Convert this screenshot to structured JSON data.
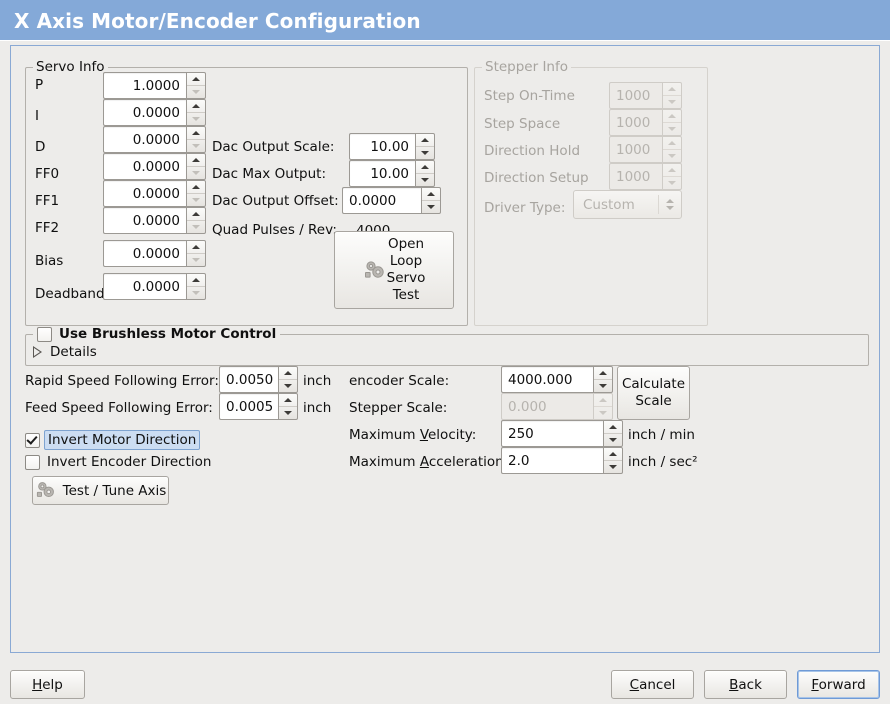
{
  "window": {
    "title": "X Axis Motor/Encoder Configuration",
    "accent_color": "#84a9d8",
    "background_color": "#edecea",
    "page_border_color": "#8aa9d4"
  },
  "servo_info": {
    "legend": "Servo Info",
    "rows": [
      {
        "label": "P",
        "value": "1.0000",
        "down_disabled": true
      },
      {
        "label": "I",
        "value": "0.0000",
        "down_disabled": true
      },
      {
        "label": "D",
        "value": "0.0000",
        "down_disabled": true
      },
      {
        "label": "FF0",
        "value": "0.0000",
        "down_disabled": true
      },
      {
        "label": "FF1",
        "value": "0.0000",
        "down_disabled": true
      },
      {
        "label": "FF2",
        "value": "0.0000",
        "down_disabled": true
      },
      {
        "label": "Bias",
        "value": "0.0000",
        "down_disabled": false
      },
      {
        "label": "Deadband",
        "value": "0.0000",
        "down_disabled": true
      }
    ],
    "dac": [
      {
        "label": "Dac Output Scale:",
        "value": "10.00"
      },
      {
        "label": "Dac Max Output:",
        "value": "10.00"
      },
      {
        "label": "Dac Output Offset:",
        "value": "0.0000"
      }
    ],
    "quad_pulses_label": "Quad Pulses / Rev:",
    "quad_pulses_value": "4000",
    "open_loop_button": {
      "line1": "Open",
      "line2": "Loop",
      "line3": "Servo",
      "line4": "Test",
      "icon": "gears-icon"
    }
  },
  "stepper_info": {
    "legend": "Stepper Info",
    "disabled": true,
    "rows": [
      {
        "label": "Step On-Time",
        "value": "1000"
      },
      {
        "label": "Step Space",
        "value": "1000"
      },
      {
        "label": "Direction Hold",
        "value": "1000"
      },
      {
        "label": "Direction Setup",
        "value": "1000"
      }
    ],
    "driver_type_label": "Driver Type:",
    "driver_type_value": "Custom"
  },
  "brushless": {
    "checkbox_label": "Use Brushless Motor Control",
    "checked": false,
    "details_label": "Details",
    "details_expanded": false
  },
  "tuning": {
    "rapid_following_error": {
      "label": "Rapid Speed Following Error:",
      "value": "0.0050",
      "unit": "inch"
    },
    "feed_following_error": {
      "label": "Feed Speed Following Error:",
      "value": "0.0005",
      "unit": "inch"
    },
    "invert_motor": {
      "label": "Invert Motor Direction",
      "checked": true,
      "focused": true
    },
    "invert_encoder": {
      "label": "Invert Encoder Direction",
      "checked": false,
      "focused": false
    },
    "test_tune_button": {
      "label": "Test / Tune Axis",
      "icon": "gears-icon"
    }
  },
  "scales": {
    "encoder_scale": {
      "label": "encoder Scale:",
      "value": "4000.000",
      "disabled": false
    },
    "stepper_scale": {
      "label": "Stepper Scale:",
      "value": "0.000",
      "disabled": true
    },
    "calculate_button": {
      "line1": "Calculate",
      "line2": "Scale"
    },
    "maximum_velocity": {
      "label_pre": "Maximum ",
      "label_mnemonic": "V",
      "label_post": "elocity:",
      "value": "250",
      "unit": "inch / min"
    },
    "maximum_acceleration": {
      "label_pre": "Maximum ",
      "label_mnemonic": "A",
      "label_post": "cceleration:",
      "value": "2.0",
      "unit": "inch / sec²"
    }
  },
  "action_bar": {
    "help": {
      "pre": "",
      "mnemonic": "H",
      "post": "elp"
    },
    "cancel": {
      "pre": "",
      "mnemonic": "C",
      "post": "ancel"
    },
    "back": {
      "pre": "",
      "mnemonic": "B",
      "post": "ack"
    },
    "forward": {
      "pre": "",
      "mnemonic": "F",
      "post": "orward",
      "focused": true
    }
  }
}
